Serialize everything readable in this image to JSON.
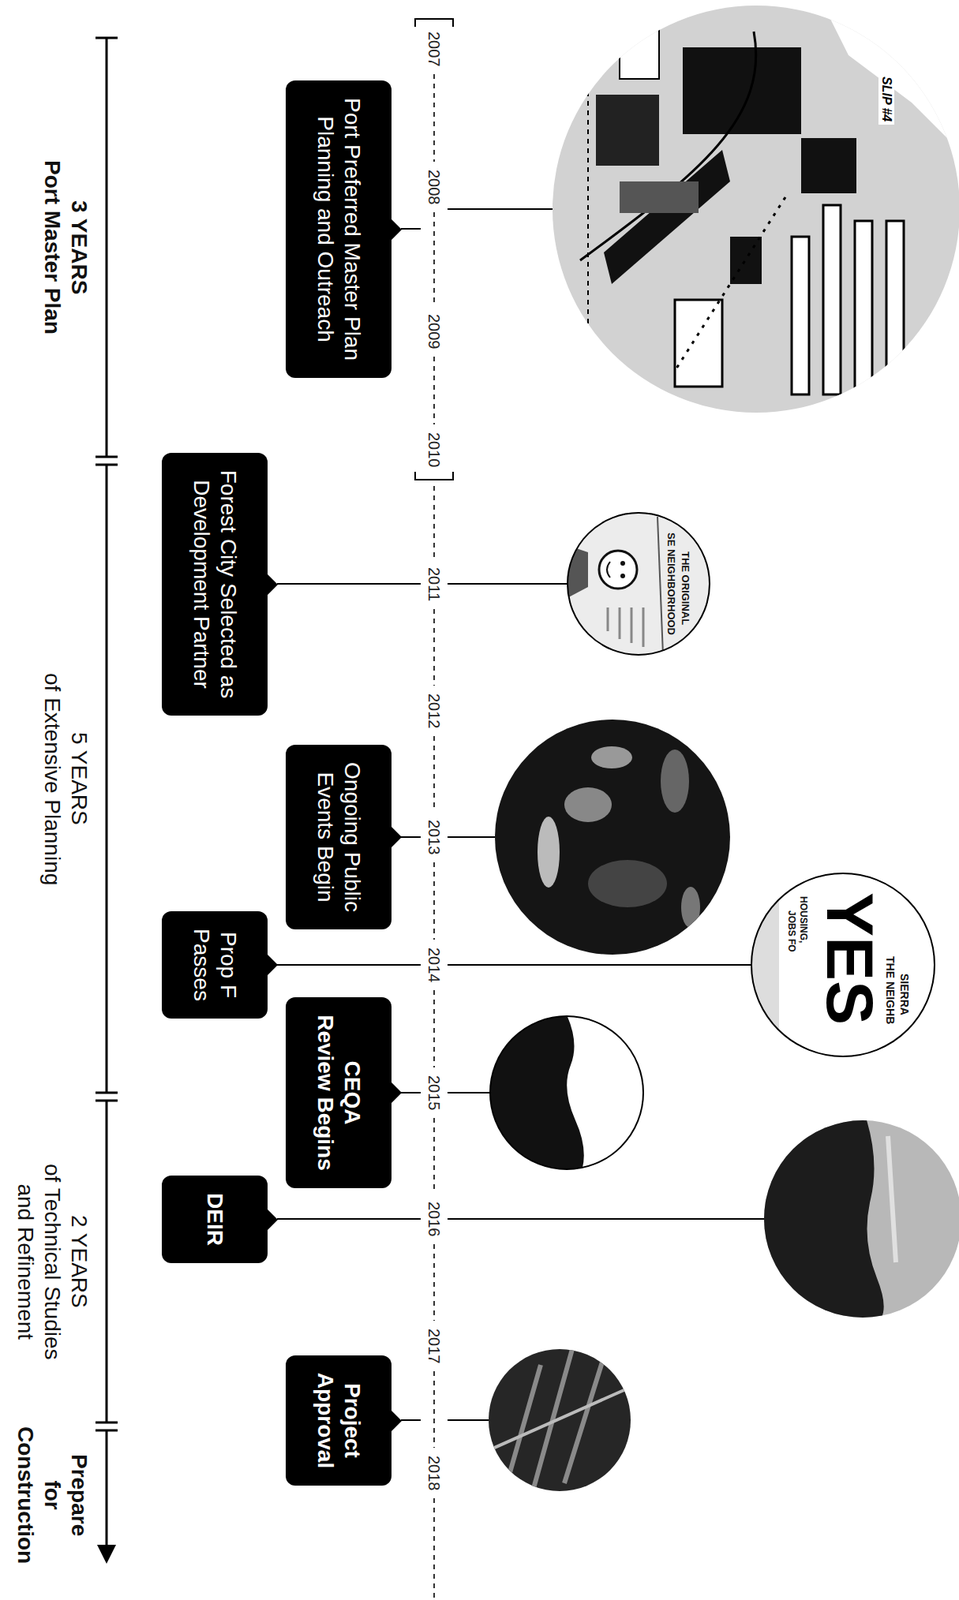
{
  "diagram": {
    "nodes": [
      {
        "text": [
          "Port Preferred Master Plan Planning and Outreach"
        ]
      },
      {
        "text": [
          "Forest City Selected as Development Partner"
        ]
      },
      {
        "text": [
          "Ongoing Public Events Begin"
        ]
      },
      {
        "text": [
          "Prop F Passes"
        ]
      },
      {
        "text": [
          "CEQA Review Begins"
        ]
      },
      {
        "text": [
          "DEIR"
        ]
      },
      {
        "text": [
          "Project Approval"
        ]
      }
    ],
    "labels": [
      "SLIP #4",
      "THE ORIGINAL",
      "SE NEIGHBORHOOD",
      "SIERRA",
      "THE NEIGHB",
      "YES",
      "HOUSING,",
      "JOBS FO",
      "2007",
      "2008",
      "2009",
      "2010",
      "2011",
      "2012",
      "2013",
      "2014",
      "2015",
      "2016",
      "2017",
      "2018",
      "3 YEARS",
      "Port Master Plan",
      "5 YEARS",
      "of Extensive Planning",
      "2 YEARS",
      "of Technical Studies and Refinement",
      "Prepare for Construction"
    ]
  }
}
